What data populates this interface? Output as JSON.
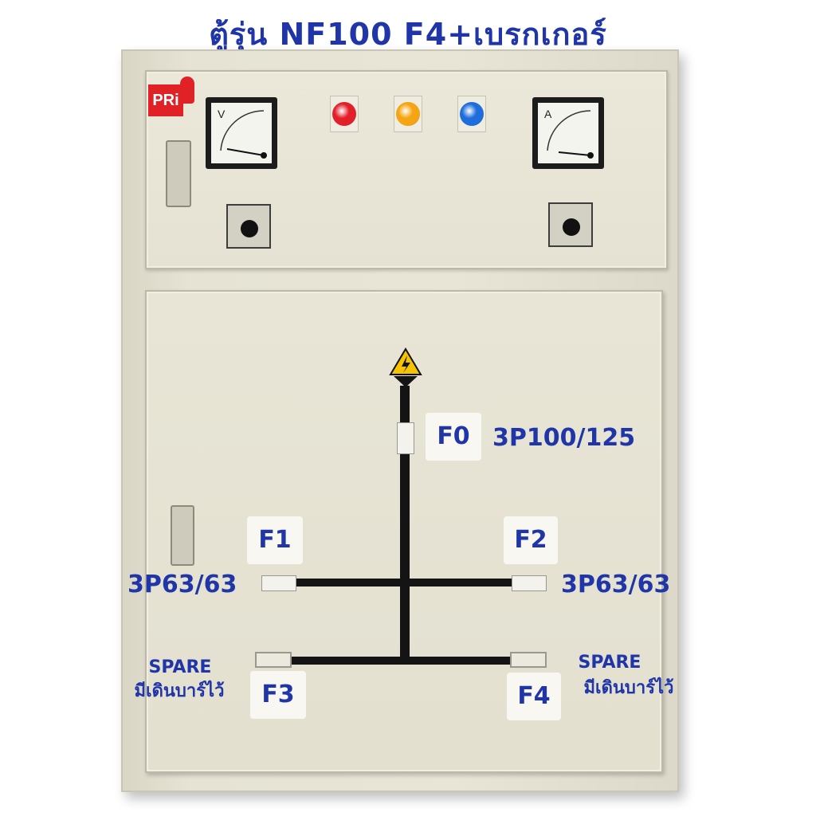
{
  "title": "ตู้รุ่น NF100 F4+เบรกเกอร์",
  "logo": {
    "text": "PRi"
  },
  "meters": [
    {
      "unit": "V"
    },
    {
      "unit": "A"
    }
  ],
  "lamps": [
    {
      "color": "#e3202a"
    },
    {
      "color": "#f5a511"
    },
    {
      "color": "#1e6ddc"
    }
  ],
  "diagram": {
    "main": {
      "tag": "F0",
      "rating": "3P100/125"
    },
    "f1": {
      "tag": "F1",
      "rating": "3P63/63"
    },
    "f2": {
      "tag": "F2",
      "rating": "3P63/63"
    },
    "f3": {
      "tag": "F3",
      "spare": "SPARE",
      "note": "มีเดินบาร์ไว้"
    },
    "f4": {
      "tag": "F4",
      "spare": "SPARE",
      "note": "มีเดินบาร์ไว้"
    }
  },
  "colors": {
    "label": "#1f35a8",
    "cabinet": "#e6e3d4",
    "bus": "#141414"
  }
}
